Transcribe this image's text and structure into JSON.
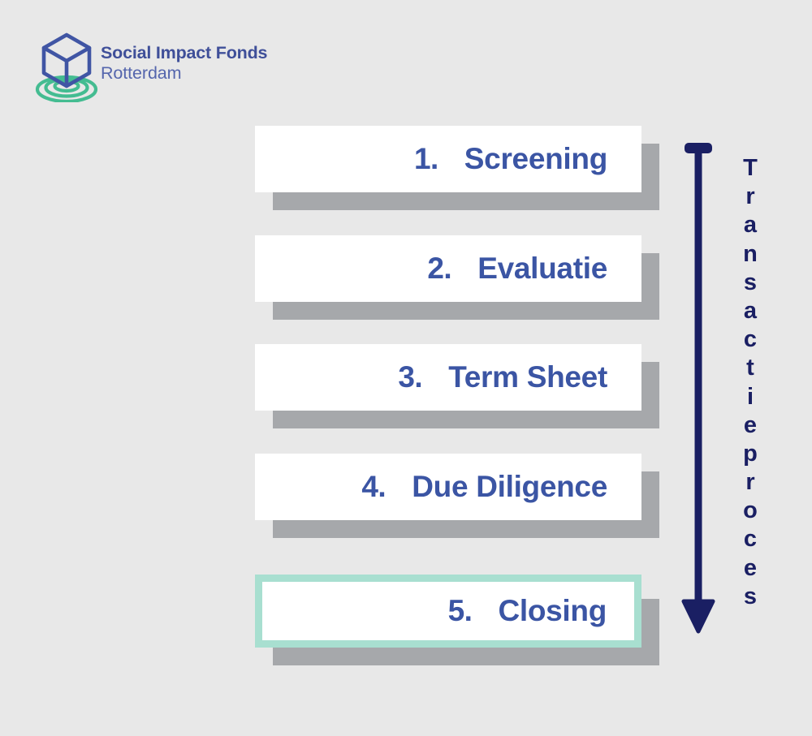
{
  "background_color": "#e8e8e8",
  "logo": {
    "mark_name": "cube-with-ripples-logo",
    "cube_color": "#4055a4",
    "ripple_color": "#44bc91",
    "line1": "Social Impact Fonds",
    "line2": "Rotterdam",
    "line1_color": "#3f4f99",
    "line2_color": "#5566ad"
  },
  "diagram": {
    "type": "vertical-process-flow",
    "accent_color": "#3b55a4",
    "shadow_color": "#a6a8ab",
    "box_color": "#ffffff",
    "highlight_border_color": "#a8dfd0",
    "arrow_color": "#1a1f63",
    "caption": "Transactieproces",
    "caption_chars": [
      "T",
      "r",
      "a",
      "n",
      "s",
      "a",
      "c",
      "t",
      "i",
      "e",
      "p",
      "r",
      "o",
      "c",
      "e",
      "s"
    ],
    "steps": [
      {
        "num": "1.",
        "label": "Screening",
        "highlighted": false
      },
      {
        "num": "2.",
        "label": "Evaluatie",
        "highlighted": false
      },
      {
        "num": "3.",
        "label": "Term Sheet",
        "highlighted": false
      },
      {
        "num": "4.",
        "label": "Due Diligence",
        "highlighted": false
      },
      {
        "num": "5.",
        "label": "Closing",
        "highlighted": true
      }
    ]
  }
}
